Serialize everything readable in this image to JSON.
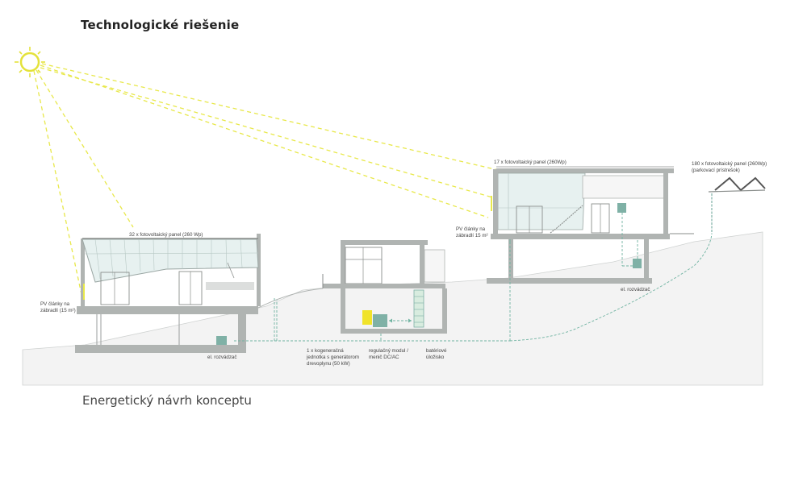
{
  "title": "Technologické riešenie",
  "caption": "Energetický návrh konceptu",
  "colors": {
    "sun": "#e4e23a",
    "sun_ray": "#e8e84a",
    "pv_glass": "#e7f1f0",
    "wall": "#b0b4b2",
    "ground": "#f3f3f3",
    "equipment": "#7fb1a6",
    "dash_green": "#6fb3a1",
    "generator": "#f0e32a"
  },
  "labels": {
    "pv_house_left": "32 x fotovoltaický panel (260 Wp)",
    "pv_railing_left_1": "PV články na",
    "pv_railing_left_2": "zábradlí (15 m²)",
    "switchboard_left": "el. rozvádzač",
    "pv_house_right": "17 x fotovoltaický panel (260Wp)",
    "pv_railing_right_1": "PV články na",
    "pv_railing_right_2": "zábradlí 15 m²",
    "switchboard_right": "el. rozvádzač",
    "parking_1": "180 x fotovoltaický panel (260Wp)",
    "parking_2": "(parkovací prístrešok)",
    "chp_1": "1 x kogeneračná",
    "chp_2": "jednotka s generátorom",
    "chp_3": "drevoplynu (50 kW)",
    "reg_1": "regulačný modul /",
    "reg_2": "menič DC/AC",
    "bat_1": "batériové",
    "bat_2": "úložisko"
  }
}
